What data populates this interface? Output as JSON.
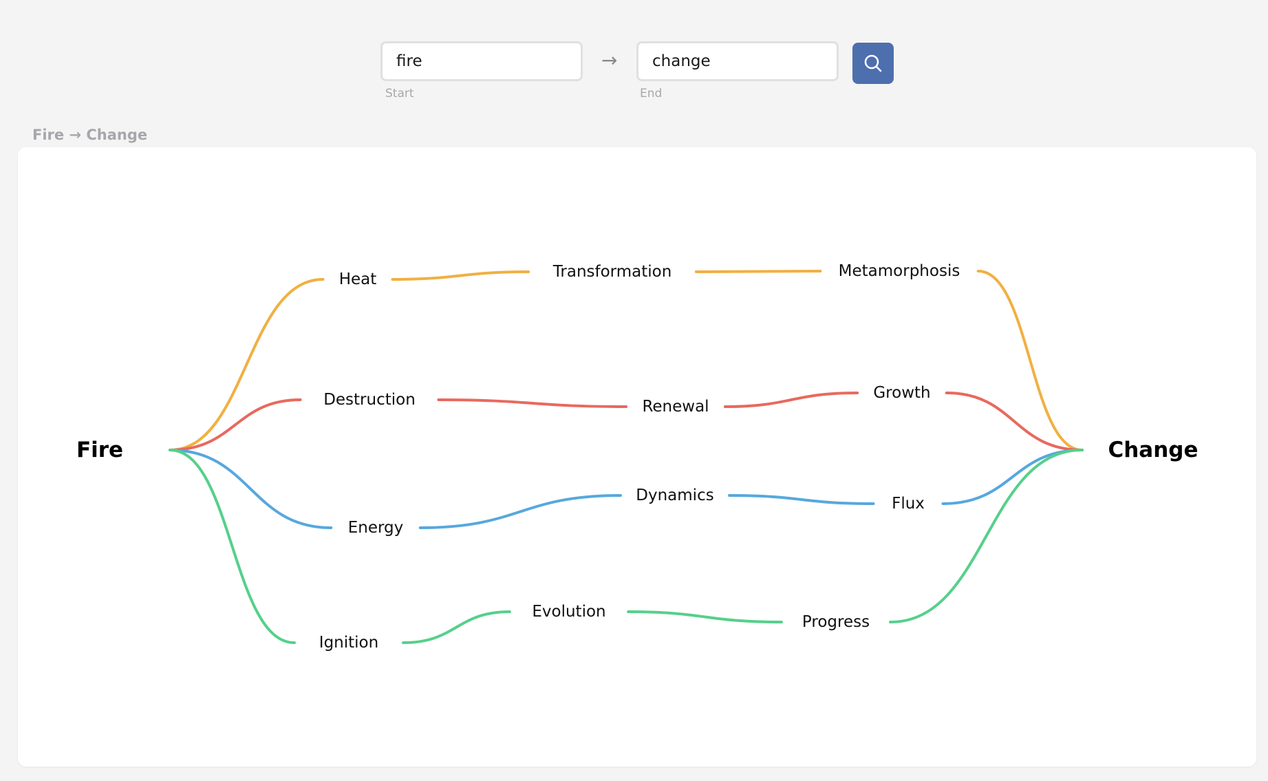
{
  "search": {
    "start_value": "fire",
    "end_value": "change",
    "start_caption": "Start",
    "end_caption": "End",
    "arrow": "→",
    "button_icon": "search-icon"
  },
  "path_title": "Fire → Change",
  "graph": {
    "start_node": "Fire",
    "end_node": "Change",
    "paths": [
      {
        "color": "#f1b042",
        "nodes": [
          "Heat",
          "Transformation",
          "Metamorphosis"
        ]
      },
      {
        "color": "#e8695e",
        "nodes": [
          "Destruction",
          "Renewal",
          "Growth"
        ]
      },
      {
        "color": "#57a8dd",
        "nodes": [
          "Energy",
          "Dynamics",
          "Flux"
        ]
      },
      {
        "color": "#55d08a",
        "nodes": [
          "Ignition",
          "Evolution",
          "Progress"
        ]
      }
    ]
  },
  "colors": {
    "accent": "#4d6fae",
    "background": "#f4f4f4",
    "card": "#ffffff"
  }
}
